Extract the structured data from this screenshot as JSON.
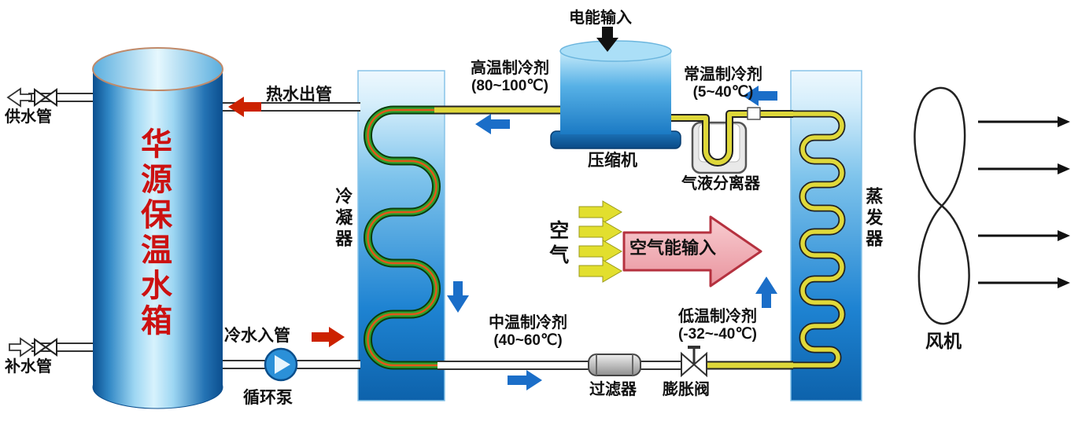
{
  "tank": {
    "label": "华源保温水箱"
  },
  "supply": {
    "label": "供水管"
  },
  "refill": {
    "label": "补水管"
  },
  "hot_water_pipe": {
    "label": "热水出管"
  },
  "cold_water_pipe": {
    "label": "冷水入管"
  },
  "pump": {
    "label": "循环泵"
  },
  "condenser": {
    "label": "冷凝器"
  },
  "compressor": {
    "label": "压缩机"
  },
  "electric_input": {
    "label": "电能输入"
  },
  "separator": {
    "label": "气液分离器"
  },
  "evaporator": {
    "label": "蒸发器"
  },
  "fan": {
    "label": "风机"
  },
  "air": {
    "label": "空气",
    "energy_label": "空气能输入"
  },
  "filter": {
    "label": "过滤器"
  },
  "expansion_valve": {
    "label": "膨胀阀"
  },
  "refrigerant": {
    "high": {
      "name": "高温制冷剂",
      "temp": "(80~100℃)"
    },
    "normal": {
      "name": "常温制冷剂",
      "temp": "(5~40℃)"
    },
    "medium": {
      "name": "中温制冷剂",
      "temp": "(40~60℃)"
    },
    "low": {
      "name": "低温制冷剂",
      "temp": "(-32~-40℃)"
    }
  },
  "colors": {
    "tank_blue": "#1a7fc8",
    "panel_blue": "#1e83d2",
    "coil_green": "#2ea12e",
    "coil_core_orange": "#e2571a",
    "refrigerant_yellow": "#ded73a",
    "flow_arrow_blue": "#1b6ec8",
    "water_arrow_red": "#cc2200",
    "air_arrow_yellow": "#e2df2e",
    "air_energy_pink": "#ef9aa4",
    "tank_text_red": "#cc1111"
  }
}
